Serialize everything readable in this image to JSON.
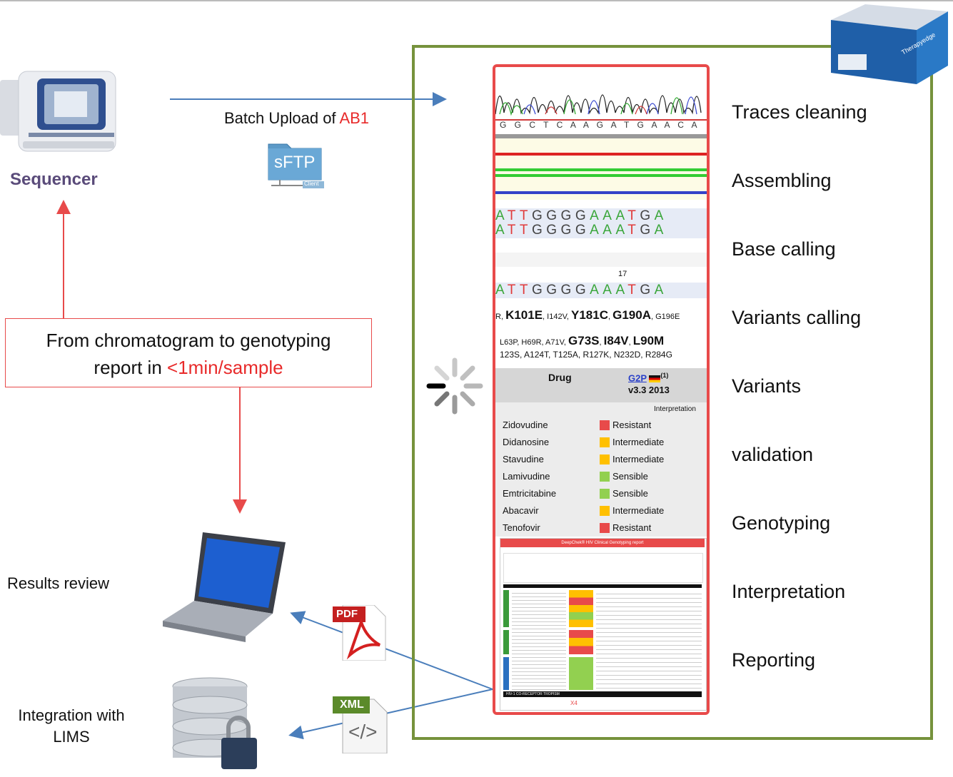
{
  "sequencer_label": "Sequencer",
  "upload": {
    "prefix": "Batch Upload of ",
    "highlight": "AB1"
  },
  "sftp": {
    "label": "sFTP",
    "sub": "Client"
  },
  "callout": {
    "line1": "From chromatogram to genotyping",
    "line2_prefix": "report in ",
    "line2_highlight": "<1min/sample"
  },
  "results_review": "Results review",
  "integration": {
    "line1": "Integration with",
    "line2": "LIMS"
  },
  "pdf_label": "PDF",
  "xml_label": "XML",
  "xml_glyph": "</>",
  "server_brand": "Therapyedge",
  "steps": [
    "Traces cleaning",
    "Assembling",
    "Base calling",
    "Variants calling",
    "Variants",
    "validation",
    "Genotyping",
    "Interpretation",
    "Reporting"
  ],
  "trace_bases": "G G C T C A A G A T G A A C A",
  "seq1": "ATTGGGGAAATGA",
  "seq2": "ATTGGGGAAATGA",
  "seq3": "ATTGGGGAAATGA",
  "position": "17",
  "mut1": [
    {
      "t": "R, ",
      "s": "s"
    },
    {
      "t": "K101E",
      "s": "b"
    },
    {
      "t": ", I142V, ",
      "s": "s"
    },
    {
      "t": "Y181C",
      "s": "b"
    },
    {
      "t": ", ",
      "s": "s"
    },
    {
      "t": "G190A",
      "s": "b"
    },
    {
      "t": ", G196E",
      "s": "s"
    }
  ],
  "mut2": [
    {
      "t": "L63P, H69R, A71V, ",
      "s": "s"
    },
    {
      "t": "G73S",
      "s": "b"
    },
    {
      "t": ", ",
      "s": "s"
    },
    {
      "t": "I84V",
      "s": "b"
    },
    {
      "t": ", ",
      "s": "s"
    },
    {
      "t": "L90M",
      "s": "b"
    }
  ],
  "mut3": "123S, A124T, T125A, R127K, N232D, R284G",
  "drug_header": "Drug",
  "algo": {
    "name": "G2P",
    "sup": "(1)",
    "version": "v3.3 2013"
  },
  "interp_header": "Interpretation",
  "drugs": [
    {
      "name": "Zidovudine",
      "result": "Resistant",
      "color": "#e84a4a"
    },
    {
      "name": "Didanosine",
      "result": "Intermediate",
      "color": "#ffc000"
    },
    {
      "name": "Stavudine",
      "result": "Intermediate",
      "color": "#ffc000"
    },
    {
      "name": "Lamivudine",
      "result": "Sensible",
      "color": "#92d050"
    },
    {
      "name": "Emtricitabine",
      "result": "Sensible",
      "color": "#92d050"
    },
    {
      "name": "Abacavir",
      "result": "Intermediate",
      "color": "#ffc000"
    },
    {
      "name": "Tenofovir",
      "result": "Resistant",
      "color": "#e84a4a"
    }
  ],
  "report": {
    "title": "DeepChek® HIV Clinical Genotyping report",
    "tropism": "HIV-1 CO-RECEPTOR TROPISM",
    "x4": "X4"
  },
  "colors": {
    "frame": "#76923c",
    "panel": "#e84a4a",
    "arrow_blue": "#4a7ebb",
    "arrow_red": "#e84a4a",
    "accent_red": "#e82a2a",
    "sequencer": "#5a4b7a"
  }
}
